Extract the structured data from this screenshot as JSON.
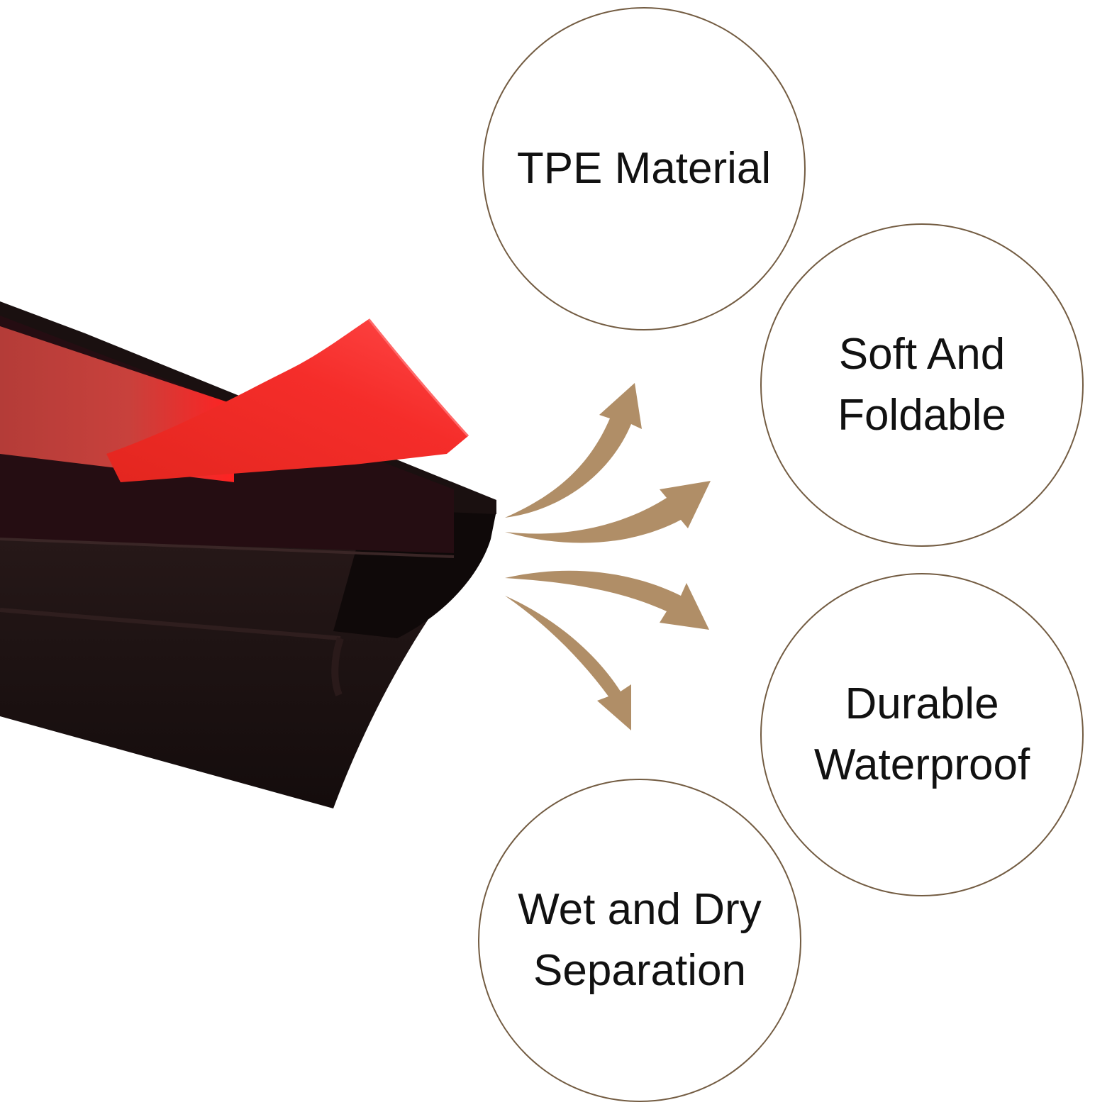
{
  "features": {
    "tpe": {
      "line1": "TPE Material"
    },
    "soft": {
      "line1": "Soft And",
      "line2": "Foldable"
    },
    "durable": {
      "line1": "Durable",
      "line2": "Waterproof"
    },
    "wetdry": {
      "line1": "Wet and Dry",
      "line2": "Separation"
    }
  },
  "colors": {
    "circle_border": "#735c42",
    "arrow": "#b08e67",
    "strip": "#1c1111",
    "tape": "#e81e1e",
    "text": "#111111",
    "background": "#ffffff"
  }
}
